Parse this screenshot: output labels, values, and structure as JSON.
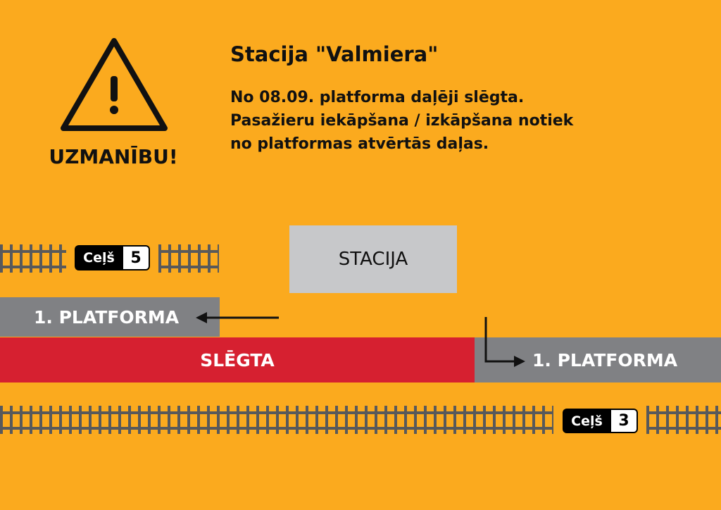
{
  "warning": {
    "label": "UZMANĪBU!",
    "icon": "warning-triangle-icon"
  },
  "notice": {
    "title": "Stacija \"Valmiera\"",
    "lines": [
      "No 08.09. platforma daļēji slēgta.",
      "Pasažieru iekāpšana / izkāpšana notiek",
      "no platformas atvērtās daļas."
    ]
  },
  "diagram": {
    "station": "STACIJA",
    "platform_left": "1. PLATFORMA",
    "platform_right": "1. PLATFORMA",
    "closed": "SLĒGTA",
    "track_top": {
      "label": "Ceļš",
      "number": "5"
    },
    "track_bottom": {
      "label": "Ceļš",
      "number": "3"
    }
  },
  "colors": {
    "background": "#FBAA1E",
    "platform": "#808184",
    "closed": "#D62030",
    "station": "#C7C8CA"
  }
}
